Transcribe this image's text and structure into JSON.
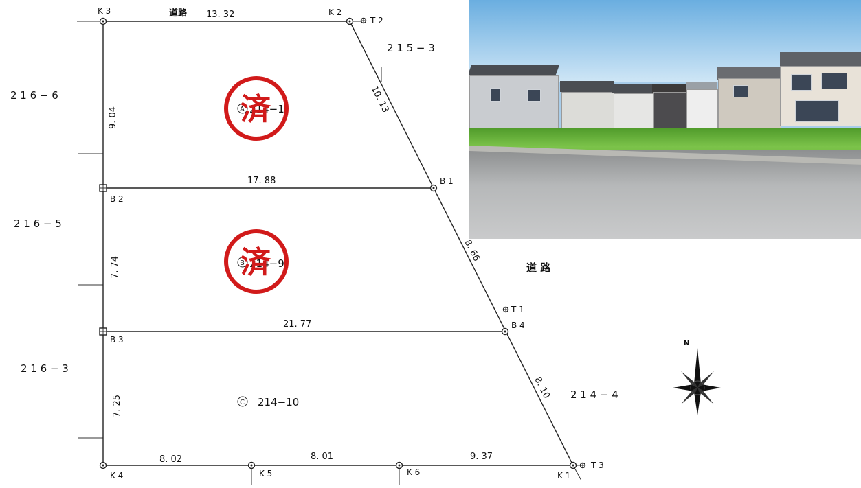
{
  "plan": {
    "road_top_label": "道路",
    "road_side_label": "道 路",
    "north_label": "N",
    "stamp_text": "済",
    "lots": [
      {
        "id": "lot-a",
        "marker": "A",
        "number": "214−1",
        "stamp": true
      },
      {
        "id": "lot-b",
        "marker": "B",
        "number": "214−9",
        "stamp": true
      },
      {
        "id": "lot-c",
        "marker": "C",
        "number": "214−10",
        "stamp": false
      }
    ],
    "points": {
      "K1": "K 1",
      "K2": "K 2",
      "K3": "K 3",
      "K4": "K 4",
      "K5": "K 5",
      "K6": "K 6",
      "B1": "B 1",
      "B2": "B 2",
      "B3": "B 3",
      "B4": "B 4",
      "T1": "T 1",
      "T2": "T 2",
      "T3": "T 3"
    },
    "dimensions": {
      "top": "13. 32",
      "b1_line": "17. 88",
      "b4_line": "21. 77",
      "bottom_left": "8. 02",
      "bottom_mid": "8. 01",
      "bottom_right": "9. 37",
      "left_a": "9. 04",
      "left_b": "7. 74",
      "left_c": "7. 25",
      "right_a": "10. 13",
      "right_b": "8. 66",
      "right_c": "8. 10"
    },
    "neighbors": {
      "n215_3": "2 1 5 − 3",
      "n216_6": "2 1 6 − 6",
      "n216_5": "2 1 6 − 5",
      "n216_3": "2 1 6 − 3",
      "n214_4": "2 1 4 − 4"
    }
  }
}
